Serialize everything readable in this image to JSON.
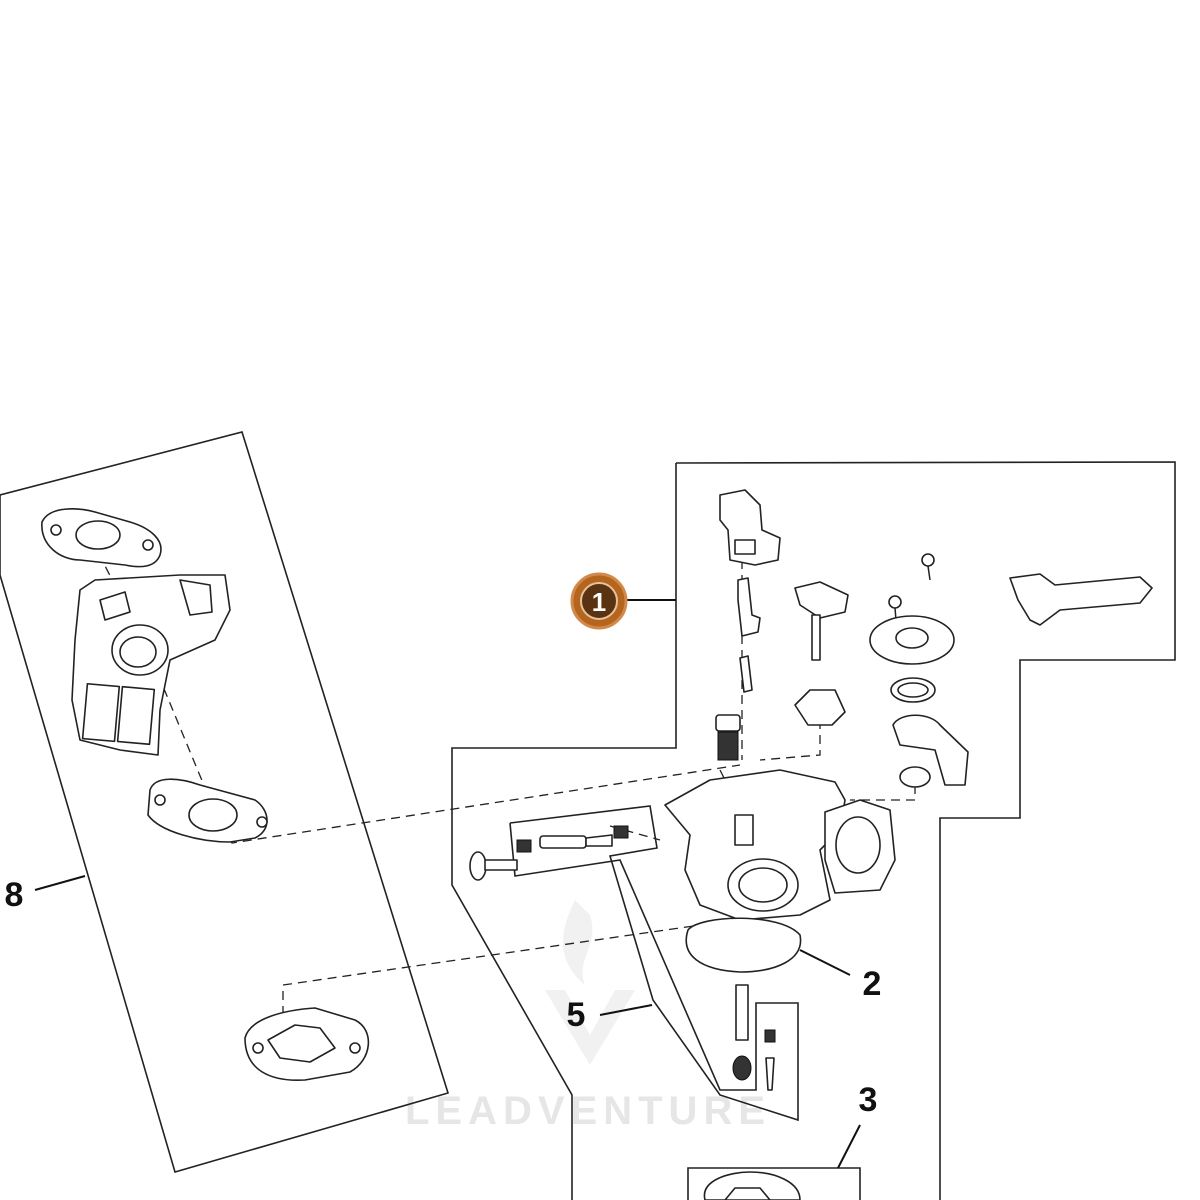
{
  "callouts": {
    "c1": "1",
    "c2": "2",
    "c3": "3",
    "c5": "5",
    "c8": "8"
  },
  "highlight": {
    "color": "#b5651d",
    "inner_color": "#5a3412"
  },
  "watermark": {
    "text": "LEADVENTURE",
    "color": "#e6e6e6"
  }
}
